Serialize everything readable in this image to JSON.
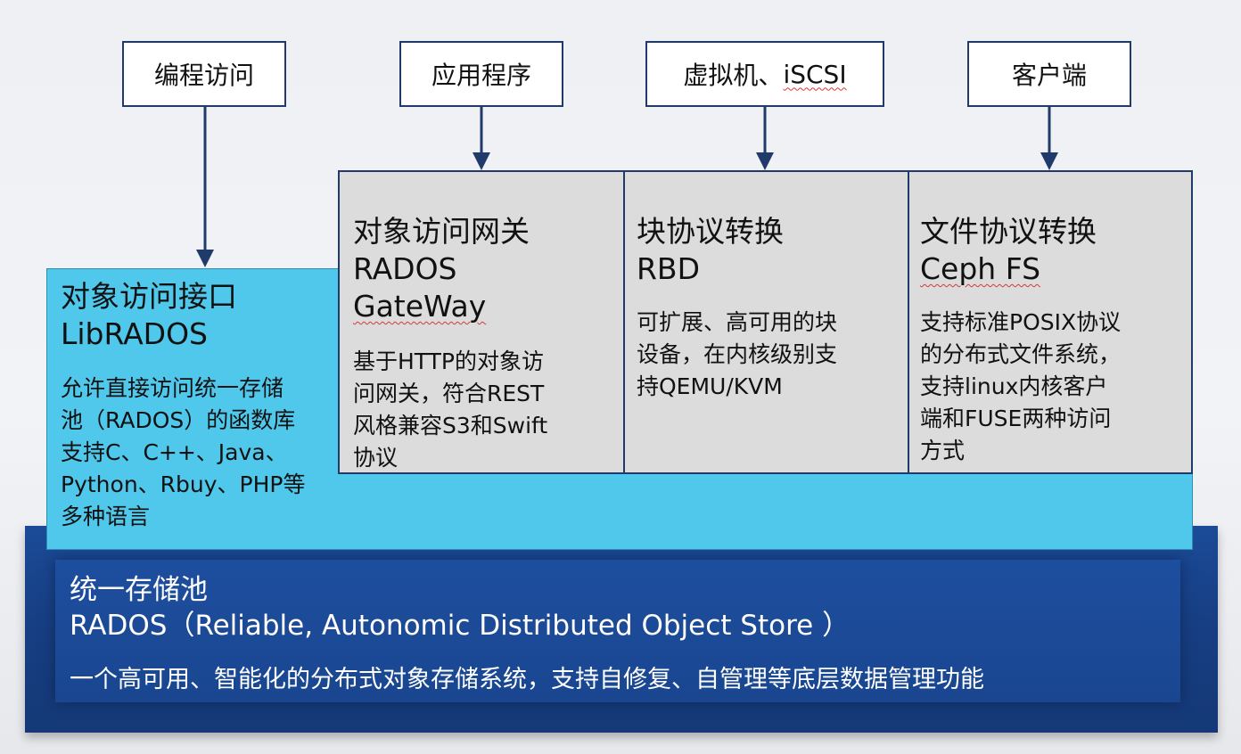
{
  "clients": [
    {
      "label": "编程访问"
    },
    {
      "label": "应用程序"
    },
    {
      "label_prefix": "虚拟机、",
      "label_suffix": "iSCSI"
    },
    {
      "label": "客户端"
    }
  ],
  "librados": {
    "title_cn": "对象访问接口",
    "title_en": "LibRADOS",
    "desc": [
      "允许直接访问统一存储",
      "池（RADOS）的函数库",
      "支持C、C++、Java、",
      "Python、Rbuy、PHP等",
      "多种语言"
    ]
  },
  "gateway": {
    "title_cn": "对象访问网关",
    "title_en_1": "RADOS",
    "title_en_2": "GateWay",
    "desc": [
      "基于HTTP的对象访",
      "问网关，符合REST",
      "风格兼容S3和Swift",
      "协议"
    ]
  },
  "rbd": {
    "title_cn": "块协议转换",
    "title_en": "RBD",
    "desc": [
      "可扩展、高可用的块",
      "设备，在内核级别支",
      "持QEMU/KVM"
    ]
  },
  "cephfs": {
    "title_cn": "文件协议转换",
    "title_en": "Ceph FS",
    "desc": [
      "支持标准POSIX协议",
      "的分布式文件系统，",
      "支持linux内核客户",
      "端和FUSE两种访问",
      "方式"
    ]
  },
  "rados": {
    "title_cn": "统一存储池",
    "title_en": "RADOS（Reliable, Autonomic Distributed Object Store ）",
    "desc": "一个高可用、智能化的分布式对象存储系统，支持自修复、自管理等底层数据管理功能"
  },
  "colors": {
    "rados_blue": "#173f84",
    "lib_cyan": "#4fc8ec",
    "gray_box": "#dcdcdc",
    "border_navy": "#1f3a6b"
  }
}
